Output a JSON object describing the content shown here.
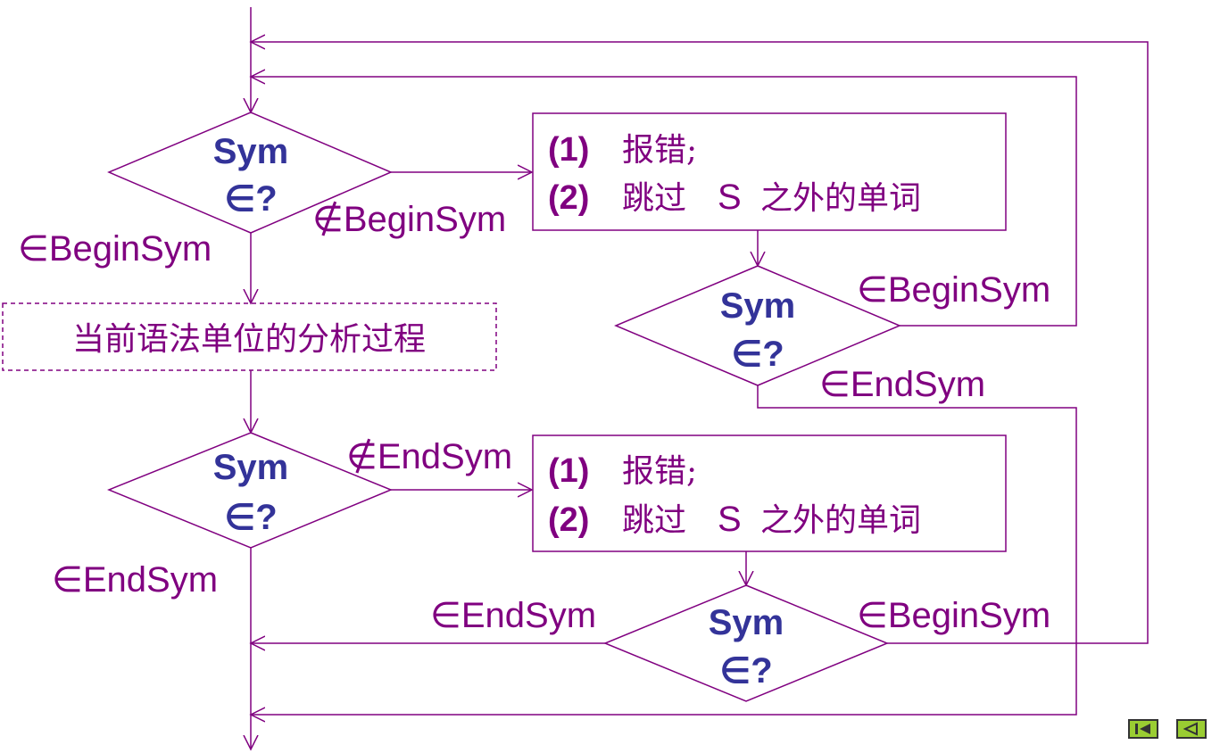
{
  "diagram": {
    "diamond_top_line": "Sym",
    "diamond_bottom_line": "∈?",
    "step1": "(1)",
    "step1_text": "报错;",
    "step2": "(2)",
    "step2_text_a": "跳过",
    "step2_symbol": "S",
    "step2_text_b": "之外的单词",
    "analysis_box": "当前语法单位的分析过程",
    "label_in_begin": "∈BeginSym",
    "label_notin_begin": "∉BeginSym",
    "label_in_end": "∈EndSym",
    "label_notin_end": "∉EndSym"
  },
  "colors": {
    "line": "#800080",
    "diamond_text": "#333399",
    "label_text": "#800080",
    "nav_fill": "#9acd32"
  },
  "nav": {
    "first_icon": "first-page-icon",
    "prev_icon": "previous-page-icon"
  }
}
